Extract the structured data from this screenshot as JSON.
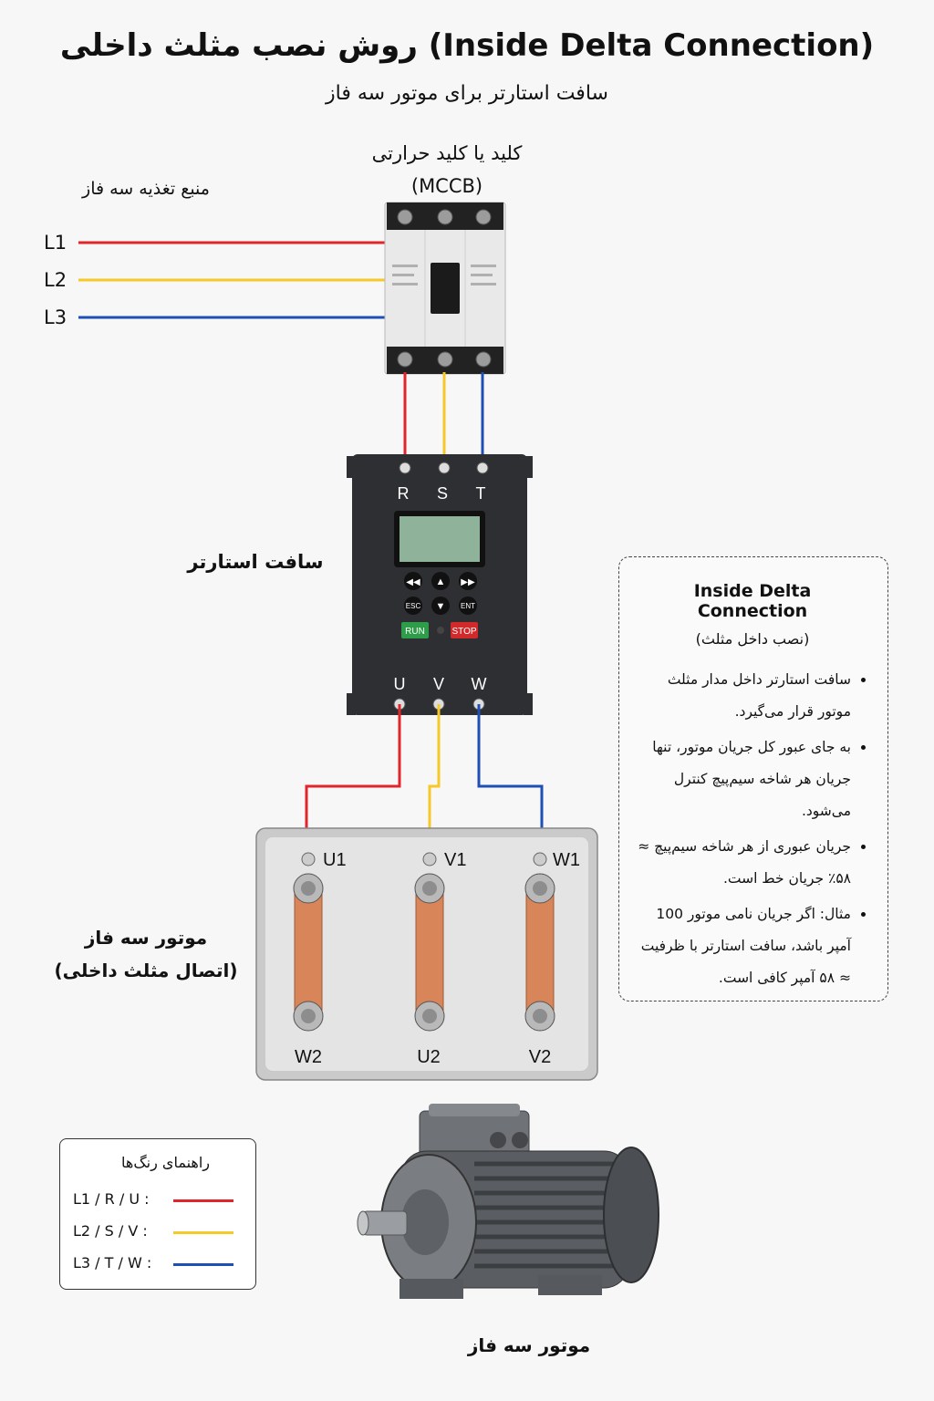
{
  "title": "روش نصب مثلث داخلی (Inside Delta Connection)",
  "subtitle": "سافت استارتر برای موتور سه فاز",
  "breaker": {
    "title": "کلید یا کلید حرارتی",
    "code": "(MCCB)"
  },
  "supply": {
    "title": "منبع تغذیه سه فاز",
    "lines": [
      "L1",
      "L2",
      "L3"
    ]
  },
  "softstarter": {
    "title": "سافت استارتر",
    "input_terminals": [
      "R",
      "S",
      "T"
    ],
    "output_terminals": [
      "U",
      "V",
      "W"
    ],
    "keys": {
      "esc": "ESC",
      "ent": "ENT",
      "run": "RUN",
      "stop": "STOP"
    }
  },
  "motor_box": {
    "title_line1": "موتور سه فاز",
    "title_line2": "(اتصال مثلث داخلی)",
    "top_terminals": [
      "U1",
      "V1",
      "W1"
    ],
    "bottom_terminals": [
      "W2",
      "U2",
      "V2"
    ]
  },
  "motor_caption": "موتور سه فاز",
  "info": {
    "title": "Inside Delta Connection",
    "subtitle": "(نصب داخل مثلث)",
    "items": [
      "سافت استارتر داخل مدار مثلث موتور قرار می‌گیرد.",
      "به جای عبور کل جریان موتور، تنها جریان هر شاخه سیم‌پیچ کنترل می‌شود.",
      "جریان عبوری از هر شاخه سیم‌پیچ ≈ ۵۸٪ جریان خط است.",
      "مثال: اگر جریان نامی موتور 100 آمپر باشد، سافت استارتر با ظرفیت ≈ ۵۸ آمپر کافی است."
    ]
  },
  "legend": {
    "title": "راهنمای رنگ‌ها",
    "rows": [
      {
        "label": "L1 / R / U :",
        "color": "#e0262b"
      },
      {
        "label": "L2 / S / V :",
        "color": "#f6c928"
      },
      {
        "label": "L3 / T / W :",
        "color": "#1e4fb5"
      }
    ]
  },
  "colors": {
    "phase1": "#e0262b",
    "phase2": "#f6c928",
    "phase3": "#1e4fb5",
    "copper": "#d9855a"
  }
}
